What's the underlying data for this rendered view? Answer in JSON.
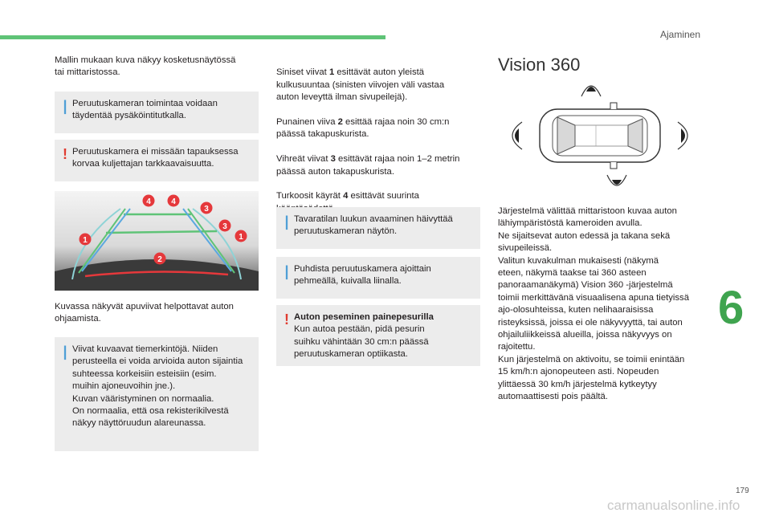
{
  "header": {
    "chapter_title": "Ajaminen",
    "chapter_number": "6",
    "page_number": "179"
  },
  "footer": {
    "watermark": "carmanualsonline.info"
  },
  "colors": {
    "accent_green": "#5fc377",
    "info_blue": "#4f9fd6",
    "warning_red": "#e03c31",
    "box_gray": "#ececec"
  },
  "col1": {
    "intro": "Mallin mukaan kuva näkyy kosketusnäytössä\ntai mittaristossa.",
    "info1": "Peruutuskameran toimintaa voidaan\ntäydentää pysäköintitutkalla.",
    "warn1": "Peruutuskamera ei missään tapauksessa\nkorvaa kuljettajan tarkkaavaisuutta.",
    "image_labels": [
      "4",
      "4",
      "3",
      "3",
      "1",
      "1",
      "2"
    ],
    "caption": "Kuvassa näkyvät apuviivat helpottavat auton\nohjaamista.",
    "info2": "Viivat kuvaavat tiemerkintöjä. Niiden\nperusteella ei voida arvioida auton sijaintia\nsuhteessa korkeisiin esteisiin (esim.\nmuihin ajoneuvoihin jne.).\nKuvan vääristyminen on normaalia.\nOn normaalia, että osa rekisterikilvestä\nnäkyy näyttöruudun alareunassa."
  },
  "col2": {
    "lines_text": [
      {
        "pre": "Siniset viivat ",
        "num": "1",
        "post": " esittävät auton yleistä\nkulkusuuntaa (sinisten viivojen väli vastaa\nauton leveyttä ilman sivupeilejä)."
      },
      {
        "pre": "Punainen viiva ",
        "num": "2",
        "post": " esittää rajaa noin 30 cm:n\npäässä takapuskurista."
      },
      {
        "pre": "Vihreät viivat ",
        "num": "3",
        "post": " esittävät rajaa noin 1–2 metrin\npäässä auton takapuskurista."
      },
      {
        "pre": "Turkoosit käyrät ",
        "num": "4",
        "post": " esittävät suurinta\nkääntösädettä."
      }
    ],
    "info3": "Tavaratilan luukun avaaminen häivyttää\nperuutuskameran näytön.",
    "info4": "Puhdista peruutuskamera ajoittain\npehmeällä, kuivalla liinalla.",
    "warn2_title": "Auton peseminen painepesurilla",
    "warn2_body": "Kun autoa pestään, pidä pesurin\nsuihku vähintään 30 cm:n päässä\nperuutuskameran optiikasta."
  },
  "col3": {
    "title": "Vision 360",
    "body": "Järjestelmä välittää mittaristoon kuvaa auton\nlähiympäristöstä kameroiden avulla.\nNe sijaitsevat auton edessä ja takana sekä\nsivupeileissä.\nValitun kuvakulman mukaisesti (näkymä\neteen, näkymä taakse tai 360 asteen\npanoraamanäkymä) Vision 360 -järjestelmä\ntoimii merkittävänä visuaalisena apuna tietyissä\najo-olosuhteissa, kuten nelihaaraisissa\nristeyksissä, joissa ei ole näkyvyyttä, tai auton\nohjailuliikkeissä alueilla, joissa näkyvyys on\nrajoitettu.\nKun järjestelmä on aktivoitu, se toimii enintään\n15 km/h:n ajonopeuteen asti. Nopeuden\nylittäessä 30 km/h järjestelmä kytkeytyy\nautomaattisesti pois päältä."
  },
  "icons": {
    "info": "info-bar-icon",
    "warning": "exclamation-icon"
  }
}
